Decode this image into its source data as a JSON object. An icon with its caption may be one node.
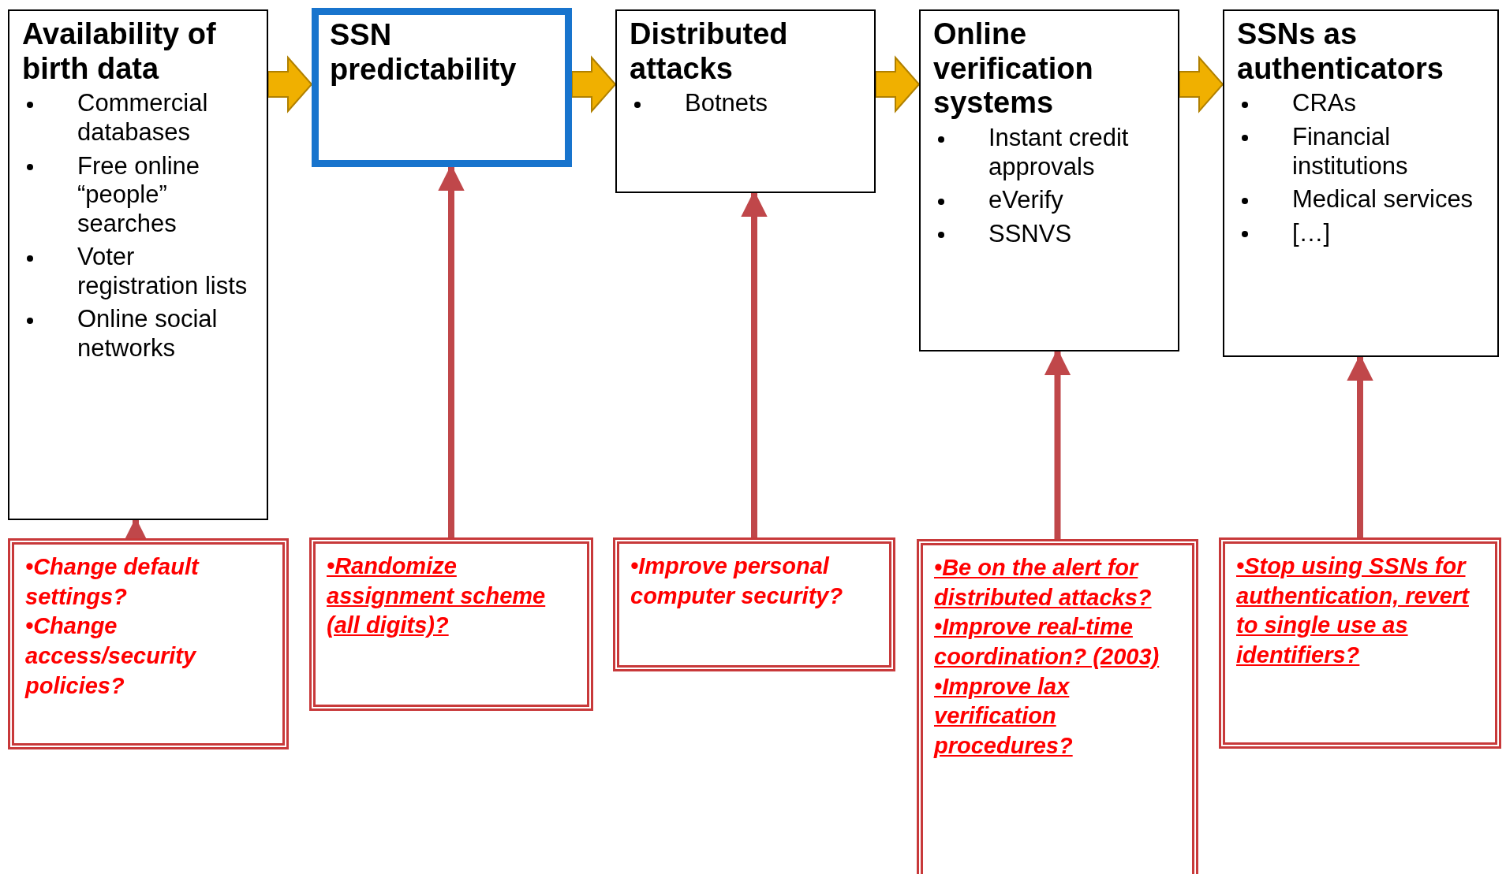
{
  "diagram": {
    "nodes": [
      {
        "text": [
          "Availability of birth data",
          "Commercial databases",
          "Free online “people” searches",
          "Voter registration lists",
          "Online social networks"
        ]
      },
      {
        "text": [
          "SSN predictability"
        ]
      },
      {
        "text": [
          "Distributed attacks",
          "Botnets"
        ]
      },
      {
        "text": [
          "Online verification systems",
          "Instant credit approvals",
          "eVerify",
          "SSNVS"
        ]
      },
      {
        "text": [
          "SSNs as authenticators",
          "CRAs",
          "Financial institutions",
          "Medical services",
          "[…]"
        ]
      },
      {
        "text": [
          "•Change default settings?",
          "•Change access/security policies?"
        ]
      },
      {
        "text": [
          "•Randomize assignment scheme (all digits)?"
        ]
      },
      {
        "text": [
          "•Improve personal computer security?"
        ]
      },
      {
        "text": [
          "•Be on the alert for distributed attacks?",
          "•Improve real-time coordination? (2003)",
          "•Improve lax verification procedures?"
        ]
      },
      {
        "text": [
          "•Stop using SSNs for authentication, revert to single use as identifiers?"
        ]
      }
    ],
    "edges": [
      {
        "from": 0,
        "to": 1,
        "arrow": "to",
        "color": "#f0b000"
      },
      {
        "from": 1,
        "to": 2,
        "arrow": "to",
        "color": "#f0b000"
      },
      {
        "from": 2,
        "to": 3,
        "arrow": "to",
        "color": "#f0b000"
      },
      {
        "from": 3,
        "to": 4,
        "arrow": "to",
        "color": "#f0b000"
      },
      {
        "from": 5,
        "to": 0,
        "arrow": "to"
      },
      {
        "from": 6,
        "to": 1,
        "arrow": "to"
      },
      {
        "from": 7,
        "to": 2,
        "arrow": "to"
      },
      {
        "from": 8,
        "to": 3,
        "arrow": "to"
      },
      {
        "from": 9,
        "to": 4,
        "arrow": "to"
      }
    ]
  }
}
